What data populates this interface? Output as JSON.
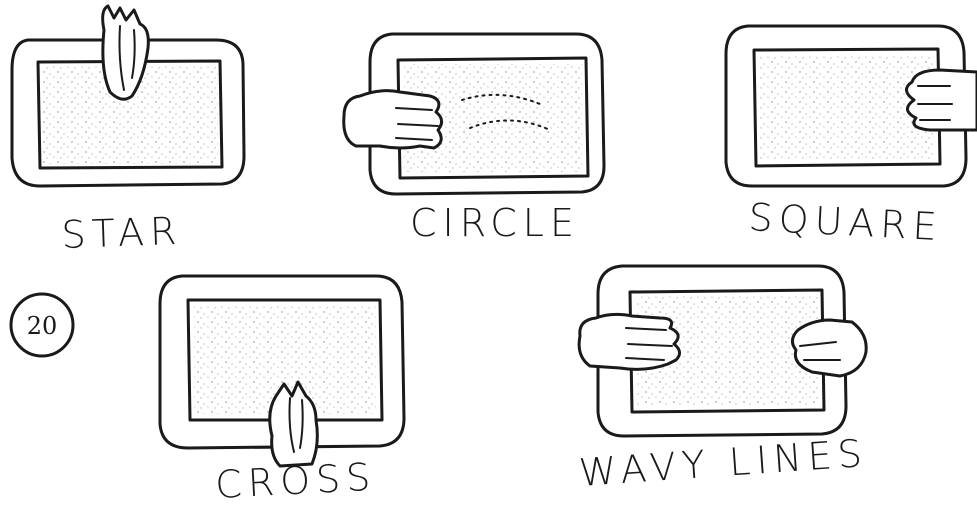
{
  "page_number": "20",
  "gestures": [
    {
      "id": "star",
      "label": "STAR"
    },
    {
      "id": "circle",
      "label": "CIRCLE"
    },
    {
      "id": "square",
      "label": "SQUARE"
    },
    {
      "id": "cross",
      "label": "CROSS"
    },
    {
      "id": "wavy-lines",
      "label": "WAVY LINES"
    }
  ]
}
